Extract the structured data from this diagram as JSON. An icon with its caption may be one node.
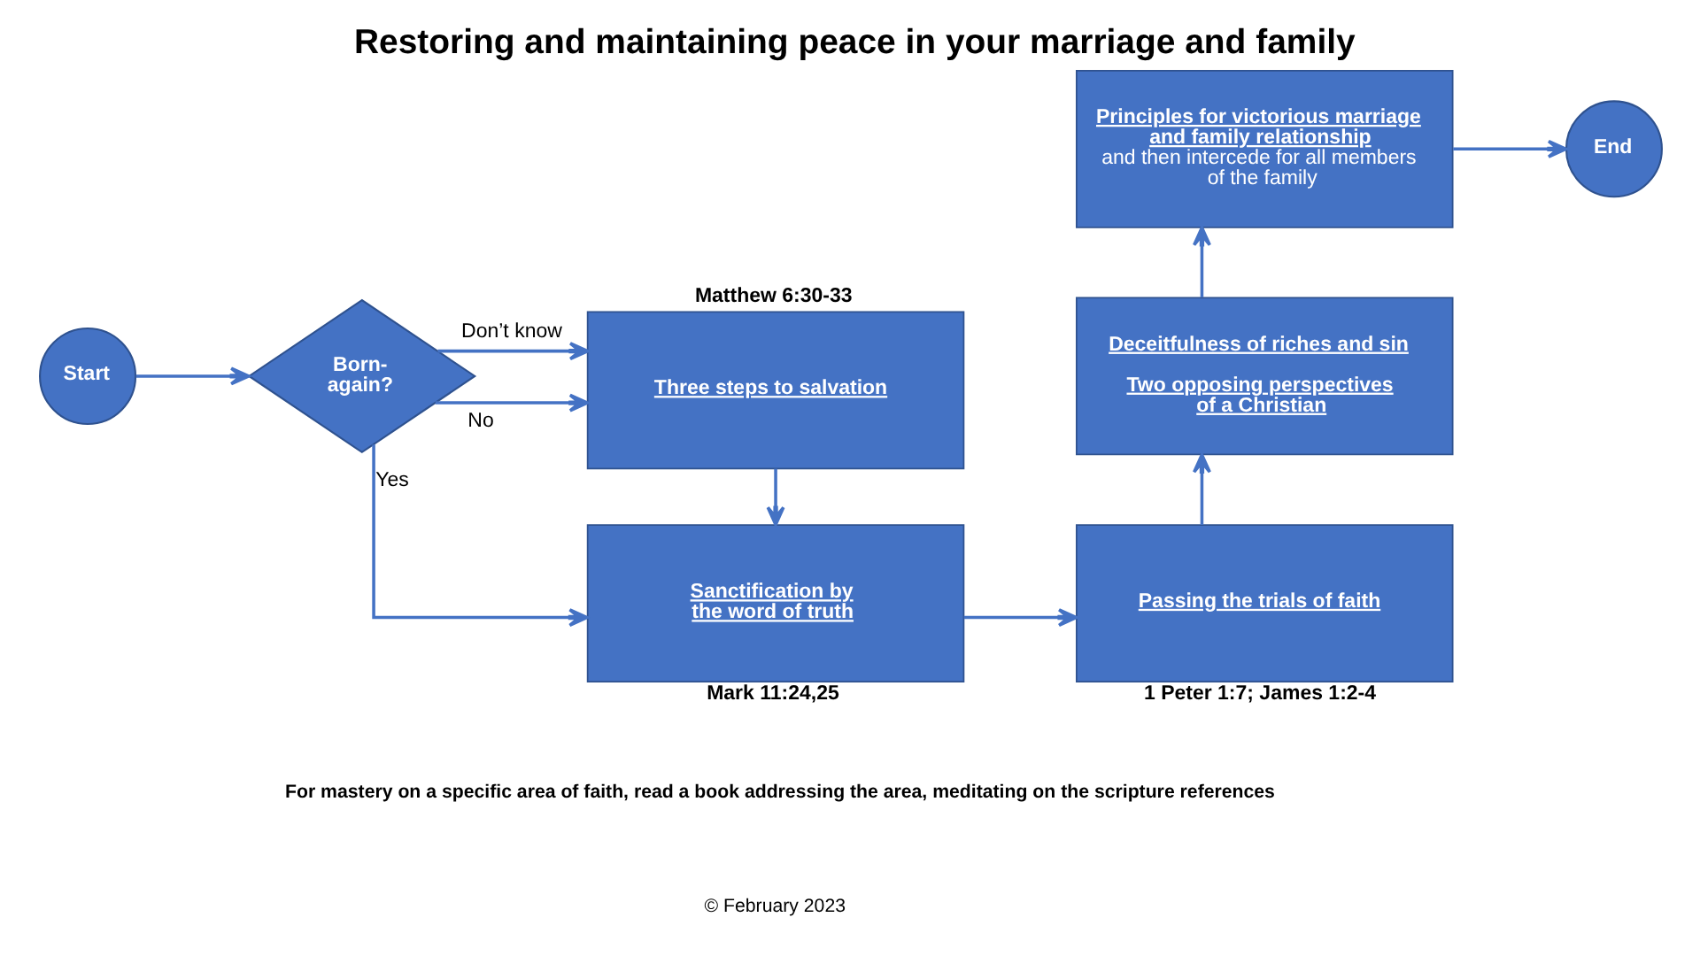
{
  "diagram": {
    "title": "Restoring and maintaining peace in your marriage and family",
    "nodes": [
      {
        "text": [
          "Start"
        ]
      },
      {
        "text": [
          "Born-again?"
        ]
      },
      {
        "text": [
          "Three steps to salvation"
        ],
        "beside": [
          "Matthew 6:30-33"
        ]
      },
      {
        "text": [
          "Sanctification by the word of truth"
        ],
        "beside": [
          "Mark 11:24,25"
        ]
      },
      {
        "text": [
          "Passing the trials of faith"
        ],
        "beside": [
          "1 Peter 1:7; James 1:2-4"
        ]
      },
      {
        "text": [
          "Deceitfulness of riches and sin",
          "Two opposing perspectives of a Christian"
        ]
      },
      {
        "text": [
          "Principles for victorious marriage and family relationship",
          "and then intercede for all members of the family"
        ]
      },
      {
        "text": [
          "End"
        ]
      }
    ],
    "edges": [
      {
        "from": 0,
        "to": 1,
        "arrow": "to"
      },
      {
        "from": 1,
        "to": 2,
        "arrow": "to",
        "label": "Don’t know"
      },
      {
        "from": 1,
        "to": 2,
        "arrow": "to",
        "label": "No"
      },
      {
        "from": 1,
        "to": 3,
        "arrow": "to",
        "label": "Yes"
      },
      {
        "from": 2,
        "to": 3,
        "arrow": "to"
      },
      {
        "from": 3,
        "to": 4,
        "arrow": "to"
      },
      {
        "from": 4,
        "to": 5,
        "arrow": "to"
      },
      {
        "from": 5,
        "to": 6,
        "arrow": "to"
      },
      {
        "from": 6,
        "to": 7,
        "arrow": "to"
      }
    ],
    "labels": [
      "For mastery on a specific area of faith, read a book addressing the area, meditating on the scripture references",
      "© February 2023"
    ]
  }
}
